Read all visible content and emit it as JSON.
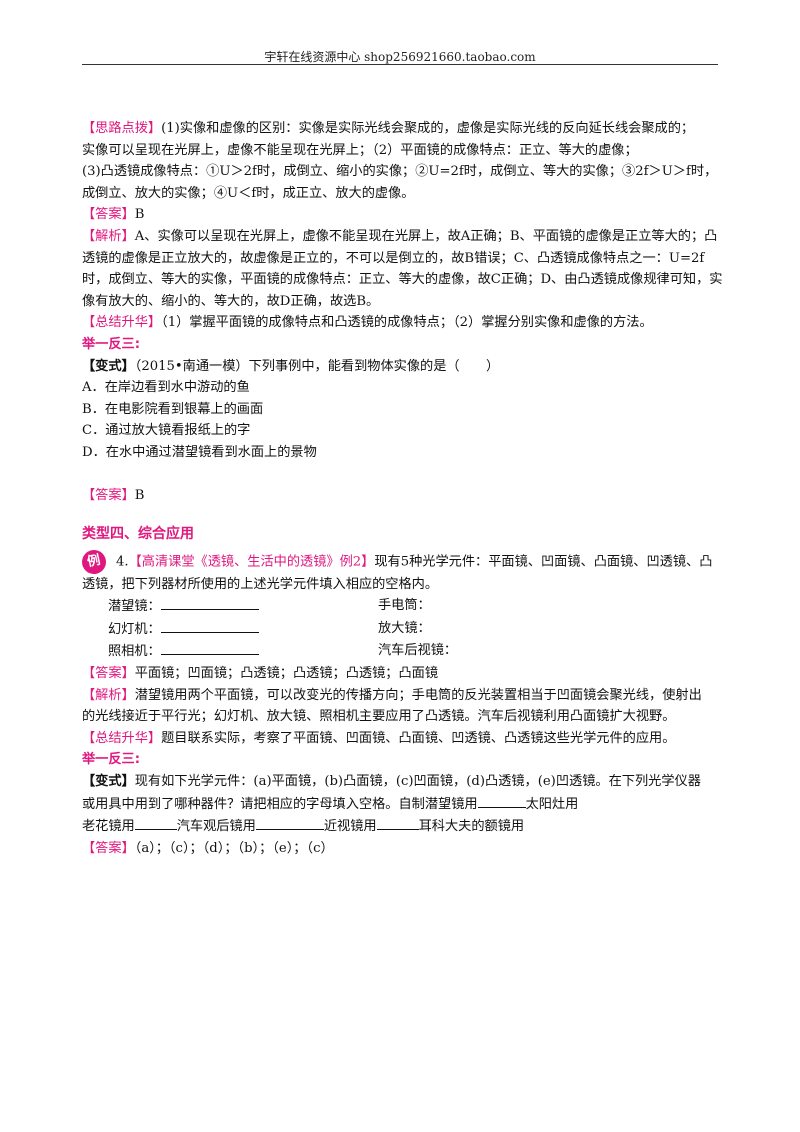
{
  "header": {
    "title": "宇轩在线资源中心   shop256921660.taobao.com"
  },
  "section3": {
    "hint_tag": "【思路点拨】",
    "hint_lines": [
      "(1)实像和虚像的区别：实像是实际光线会聚成的，虚像是实际光线的反向延长线会聚成的；",
      "实像可以呈现在光屏上，虚像不能呈现在光屏上；（2）平面镜的成像特点：正立、等大的虚像；",
      "(3)凸透镜成像特点：①U＞2f时，成倒立、缩小的实像；②U=2f时，成倒立、等大的实像；③2f＞U＞f时，",
      "成倒立、放大的实像；④U＜f时，成正立、放大的虚像。"
    ],
    "answer_tag": "【答案】",
    "answer": "B",
    "analysis_tag": "【解析】",
    "analysis_lines": [
      "A、实像可以呈现在光屏上，虚像不能呈现在光屏上，故A正确；B、平面镜的虚像是正立等大的；凸",
      "透镜的虚像是正立放大的，故虚像是正立的，不可以是倒立的，故B错误；C、凸透镜成像特点之一：U=2f",
      "时，成倒立、等大的实像，平面镜的成像特点：正立、等大的虚像，故C正确；D、由凸透镜成像规律可知，实",
      "像有放大的、缩小的、等大的，故D正确，故选B。"
    ],
    "summary_tag": "【总结升华】",
    "summary": "（1）掌握平面镜的成像特点和凸透镜的成像特点；（2）掌握分别实像和虚像的方法。",
    "example_heading": "举一反三:",
    "variant_tag": "【变式】",
    "variant_question": "（2015•南通一模）下列事例中，能看到物体实像的是（　　）",
    "options": [
      "A．在岸边看到水中游动的鱼",
      "B．在电影院看到银幕上的画面",
      "C．通过放大镜看报纸上的字",
      "D．在水中通过潜望镜看到水面上的景物"
    ],
    "variant_answer_tag": "【答案】",
    "variant_answer": "B"
  },
  "section4": {
    "title": "类型四、综合应用",
    "badge": "例",
    "q_number": "4.",
    "q_source": "【高清课堂《透镜、生活中的透镜》例2】",
    "q_line1": "现有5种光学元件：平面镜、凹面镜、凸面镜、凹透镜、凸",
    "q_line2": "透镜，把下列器材所使用的上述光学元件填入相应的空格内。",
    "fill_rows": [
      {
        "left": "潜望镜：",
        "right": "手电筒："
      },
      {
        "left": "幻灯机：",
        "right": "放大镜："
      },
      {
        "left": "照相机：",
        "right": "汽车后视镜："
      }
    ],
    "answer_tag": "【答案】",
    "answer": "平面镜；凹面镜；凸透镜；凸透镜；凸透镜；凸面镜",
    "analysis_tag": "【解析】",
    "analysis_lines": [
      "潜望镜用两个平面镜，可以改变光的传播方向；手电筒的反光装置相当于凹面镜会聚光线，使射出",
      "的光线接近于平行光；幻灯机、放大镜、照相机主要应用了凸透镜。汽车后视镜利用凸面镜扩大视野。"
    ],
    "summary_tag": "【总结升华】",
    "summary": "题目联系实际，考察了平面镜、凹面镜、凸面镜、凹透镜、凸透镜这些光学元件的应用。",
    "example_heading": "举一反三:",
    "variant_tag": "【变式】",
    "variant_line1": "现有如下光学元件：(a)平面镜，(b)凸面镜，(c)凹面镜，(d)凸透镜，(e)凹透镜。在下列光学仪器",
    "variant_line2a": "或用具中用到了哪种器件？请把相应的字母填入空格。自制潜望镜用",
    "variant_line2b": "太阳灶用",
    "variant_line3": [
      "老花镜用",
      "汽车观后镜用",
      "近视镜用",
      "耳科大夫的额镜用"
    ],
    "variant_answer_tag": "【答案】",
    "variant_answer": "（a）；（c）；（d）；（b）；（e）；（c）"
  }
}
